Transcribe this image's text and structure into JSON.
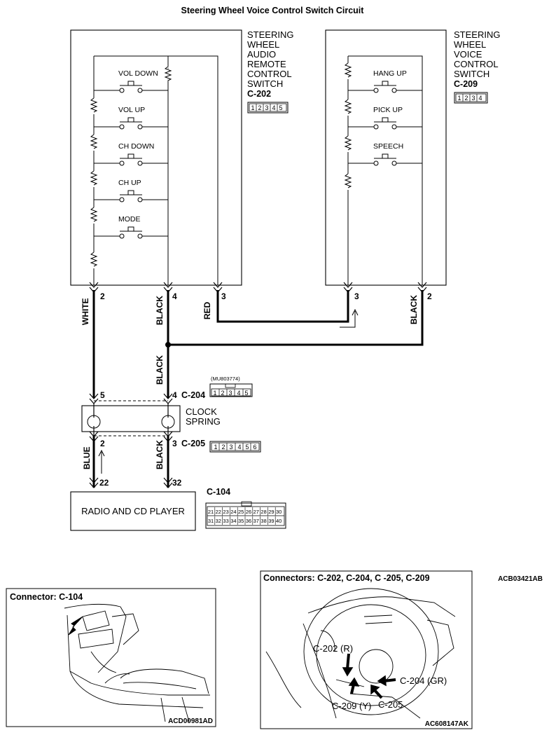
{
  "title": "Steering Wheel Voice Control Switch Circuit",
  "reference_code": "ACB03421AB",
  "audio_switch": {
    "name_lines": [
      "STEERING",
      "WHEEL",
      "AUDIO",
      "REMOTE",
      "CONTROL",
      "SWITCH"
    ],
    "connector": "C-202",
    "connector_pins": [
      "1",
      "2",
      "3",
      "4",
      "5"
    ],
    "switches": [
      "VOL DOWN",
      "VOL UP",
      "CH DOWN",
      "CH UP",
      "MODE"
    ],
    "pins": [
      "2",
      "4",
      "3"
    ]
  },
  "voice_switch": {
    "name_lines": [
      "STEERING",
      "WHEEL",
      "VOICE",
      "CONTROL",
      "SWITCH"
    ],
    "connector": "C-209",
    "connector_pins": [
      "1",
      "2",
      "3",
      "4"
    ],
    "switches": [
      "HANG UP",
      "PICK UP",
      "SPEECH"
    ],
    "pins": [
      "3",
      "2"
    ]
  },
  "wires": {
    "white": "WHITE",
    "black_left": "BLACK",
    "red": "RED",
    "black_right": "BLACK",
    "black_mid": "BLACK",
    "blue": "BLUE",
    "black_lower": "BLACK"
  },
  "clock_spring": {
    "name_lines": [
      "CLOCK",
      "SPRING"
    ],
    "top_connector": "C-204",
    "top_part_number": "(MU803774)",
    "top_connector_pins": [
      "1",
      "2",
      "3",
      "4",
      "5"
    ],
    "top_pins": [
      "5",
      "4"
    ],
    "bottom_connector": "C-205",
    "bottom_connector_pins": [
      "1",
      "2",
      "3",
      "4",
      "5",
      "6"
    ],
    "bottom_pins": [
      "2",
      "3"
    ]
  },
  "radio": {
    "label": "RADIO AND CD PLAYER",
    "connector": "C-104",
    "pins": [
      "22",
      "32"
    ],
    "connector_row1": [
      "21",
      "22",
      "23",
      "24",
      "25",
      "26",
      "27",
      "28",
      "29",
      "30"
    ],
    "connector_row2": [
      "31",
      "32",
      "33",
      "34",
      "35",
      "36",
      "37",
      "38",
      "39",
      "40"
    ]
  },
  "panel_left": {
    "title": "Connector: C-104",
    "code": "ACD00981AD"
  },
  "panel_right": {
    "title": "Connectors: C-202, C-204, C -205, C-209",
    "code": "AC608147AK",
    "callouts": [
      "C-202 (R)",
      "C-204 (GR)",
      "C-209 (Y)",
      "C-205"
    ]
  }
}
